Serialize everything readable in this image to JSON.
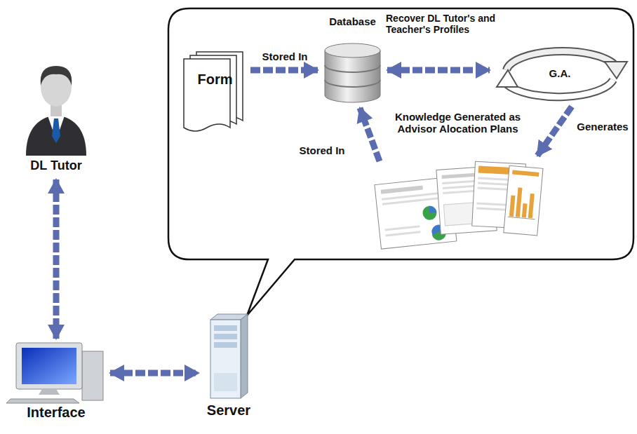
{
  "diagram": {
    "nodes": [
      {
        "text": [
          "DL Tutor"
        ]
      },
      {
        "text": [
          "Interface"
        ]
      },
      {
        "text": [
          "Server"
        ]
      },
      {
        "text": [
          "Form"
        ]
      },
      {
        "text": [
          "Database"
        ]
      },
      {
        "text": [
          "G.A."
        ]
      }
    ],
    "edges": [
      {
        "from": 0,
        "to": 1,
        "arrow": "both"
      },
      {
        "from": 1,
        "to": 2,
        "arrow": "both"
      },
      {
        "from": 3,
        "to": 4,
        "label": "Stored In",
        "arrow": "to"
      },
      {
        "from": 4,
        "to": 5,
        "label": "Recover DL Tutor's and Teacher's Profiles",
        "arrow": "both"
      }
    ],
    "labels": [
      "Generates",
      "Knowledge Generated as Advisor Alocation Plans",
      "Stored In"
    ]
  }
}
